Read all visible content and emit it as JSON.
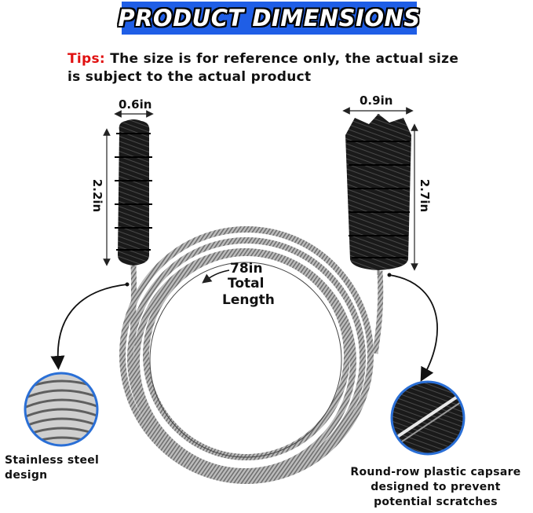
{
  "banner": {
    "title": "PRODUCT DIMENSIONS"
  },
  "tips": {
    "label": "Tips:",
    "text": " The size is for reference only, the actual size is subject to the actual product"
  },
  "dimensions": {
    "small_brush_width": "0.6in",
    "small_brush_length": "2.2in",
    "large_brush_width": "0.9in",
    "large_brush_length": "2.7in",
    "total_length_value": "78in",
    "total_length_line1": "Total",
    "total_length_line2": "Length"
  },
  "callouts": {
    "left_line1": "Stainless steel",
    "left_line2": "design",
    "right_line1": "Round-row plastic capsare",
    "right_line2": "designed to prevent",
    "right_line3": "potential scratches"
  },
  "colors": {
    "banner": "#1f5ee6",
    "tips_label": "#e01010",
    "circle_border": "#2a6fd6",
    "bristle": "#111111",
    "steel": "#9a9a9a"
  }
}
